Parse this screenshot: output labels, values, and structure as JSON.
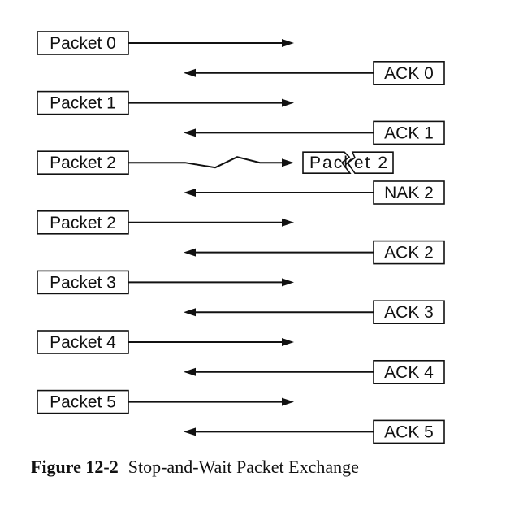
{
  "rows": [
    {
      "label": "Packet 0",
      "direction": "send",
      "status": "ok"
    },
    {
      "label": "ACK 0",
      "direction": "reply"
    },
    {
      "label": "Packet 1",
      "direction": "send",
      "status": "ok"
    },
    {
      "label": "ACK 1",
      "direction": "reply"
    },
    {
      "label": "Packet 2",
      "direction": "send",
      "status": "damaged",
      "received_label": "Packet 2"
    },
    {
      "label": "NAK 2",
      "direction": "reply"
    },
    {
      "label": "Packet 2",
      "direction": "send",
      "status": "ok"
    },
    {
      "label": "ACK 2",
      "direction": "reply"
    },
    {
      "label": "Packet 3",
      "direction": "send",
      "status": "ok"
    },
    {
      "label": "ACK 3",
      "direction": "reply"
    },
    {
      "label": "Packet 4",
      "direction": "send",
      "status": "ok"
    },
    {
      "label": "ACK 4",
      "direction": "reply"
    },
    {
      "label": "Packet 5",
      "direction": "send",
      "status": "ok"
    },
    {
      "label": "ACK 5",
      "direction": "reply"
    }
  ],
  "caption": {
    "number": "Figure 12-2",
    "text": "Stop-and-Wait Packet Exchange"
  }
}
